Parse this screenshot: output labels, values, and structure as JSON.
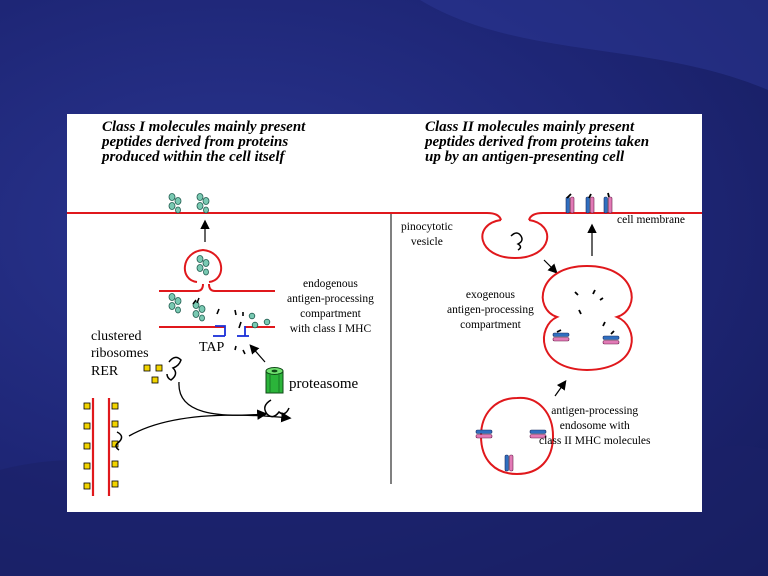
{
  "left_heading": [
    "Class I molecules mainly present",
    "peptides derived from proteins",
    "produced within the cell itself"
  ],
  "right_heading": [
    "Class II molecules mainly present",
    "peptides derived from proteins taken",
    "up by an antigen-presenting cell"
  ],
  "labels": {
    "endogenous": [
      "endogenous",
      "antigen-processing",
      "compartment",
      "with class I MHC"
    ],
    "clustered_ribosomes": [
      "clustered",
      "ribosomes"
    ],
    "rer": "RER",
    "tap": "TAP",
    "proteasome": "proteasome",
    "pinocytotic": [
      "pinocytotic",
      "vesicle"
    ],
    "cell_membrane": "cell membrane",
    "exogenous": [
      "exogenous",
      "antigen-processing",
      "compartment"
    ],
    "endosome": [
      "antigen-processing",
      "endosome with",
      "class II MHC molecules"
    ]
  },
  "colors": {
    "membrane": "#e0181c",
    "class1_mhc": "#79c9b2",
    "class2_mhc_blue": "#2f6fc0",
    "class2_mhc_pink": "#e27ab6",
    "ribosome": "#f2d400",
    "proteasome": "#2bb43a",
    "tap": "#1a2fd8"
  }
}
